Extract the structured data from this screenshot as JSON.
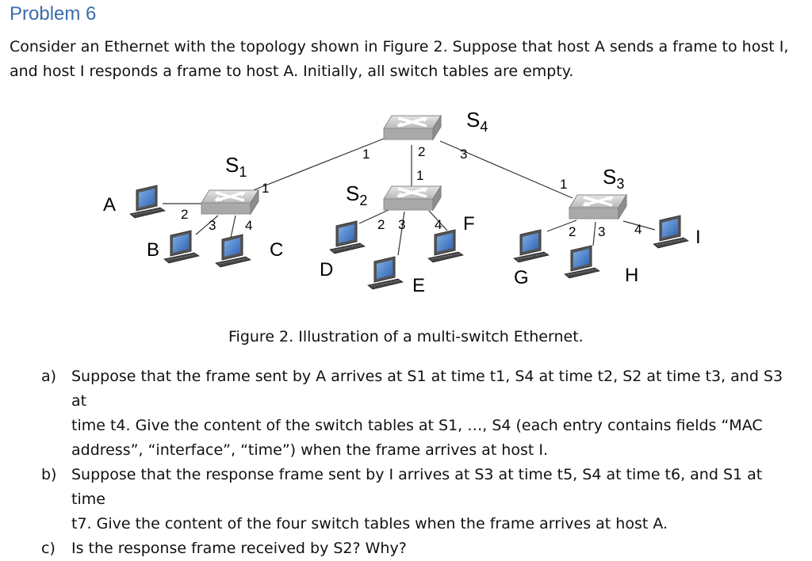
{
  "title": "Problem 6",
  "intro": {
    "line1": "Consider an Ethernet with the topology shown in Figure 2. Suppose that host A sends a frame to host I,",
    "line2": "and host I responds a frame to host A. Initially, all switch tables are empty."
  },
  "figure": {
    "switches": {
      "s1": {
        "letter": "S",
        "sub": "1"
      },
      "s2": {
        "letter": "S",
        "sub": "2"
      },
      "s3": {
        "letter": "S",
        "sub": "3"
      },
      "s4": {
        "letter": "S",
        "sub": "4"
      }
    },
    "hosts": {
      "a": "A",
      "b": "B",
      "c": "C",
      "d": "D",
      "e": "E",
      "f": "F",
      "g": "G",
      "h": "H",
      "i": "I"
    },
    "ports": {
      "s1_p1": "1",
      "s1_p2": "2",
      "s1_p3": "3",
      "s1_p4": "4",
      "s2_p1": "1",
      "s2_p2": "2",
      "s2_p3": "3",
      "s2_p4": "4",
      "s3_p1": "1",
      "s3_p2": "2",
      "s3_p3": "3",
      "s3_p4": "4",
      "s4_p1": "1",
      "s4_p2": "2",
      "s4_p3": "3"
    }
  },
  "caption": "Figure 2. Illustration of a multi-switch Ethernet.",
  "questions": [
    {
      "label": "a)",
      "lines": [
        "Suppose that the frame sent by A arrives at S1 at time t1, S4 at time t2, S2 at time t3, and S3 at",
        "time t4. Give the content of the switch tables at S1, …, S4 (each entry contains fields “MAC",
        "address”, “interface”, “time”) when the frame arrives at host I."
      ]
    },
    {
      "label": "b)",
      "lines": [
        "Suppose that the response frame sent by I arrives at S3 at time t5, S4 at time t6, and S1 at time",
        "t7. Give the content of the four switch tables when the frame arrives at host A."
      ]
    },
    {
      "label": "c)",
      "lines": [
        "Is the response frame received by S2? Why?"
      ]
    }
  ]
}
